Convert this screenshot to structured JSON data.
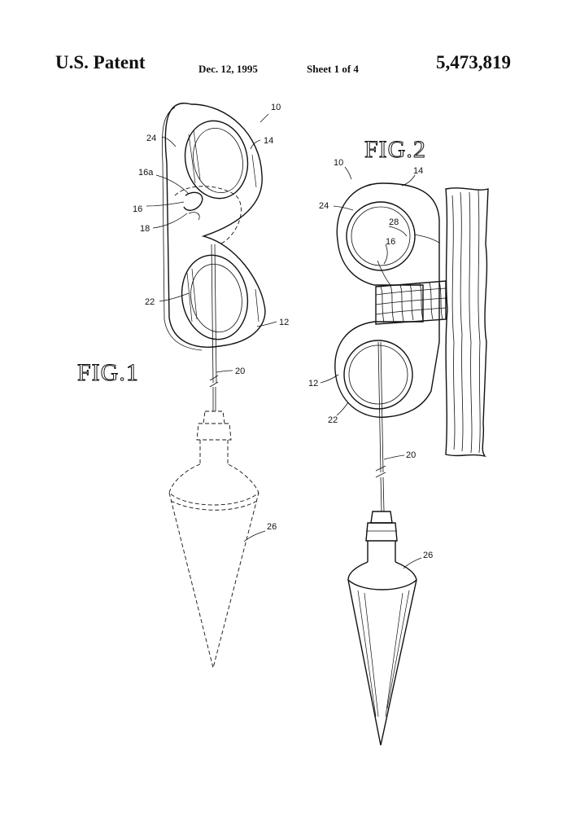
{
  "header": {
    "patent_label": "U.S. Patent",
    "date": "Dec. 12, 1995",
    "sheet": "Sheet 1 of 4",
    "patent_number": "5,473,819"
  },
  "figures": {
    "fig1": {
      "title": "FIG.1",
      "labels": {
        "r10": "10",
        "r14": "14",
        "r24": "24",
        "r16a": "16a",
        "r16": "16",
        "r18": "18",
        "r22": "22",
        "r12": "12",
        "r20": "20",
        "r26": "26"
      }
    },
    "fig2": {
      "title": "FIG.2",
      "labels": {
        "r10": "10",
        "r14": "14",
        "r24": "24",
        "r28": "28",
        "r16": "16",
        "r12": "12",
        "r22": "22",
        "r20": "20",
        "r26": "26"
      }
    }
  }
}
